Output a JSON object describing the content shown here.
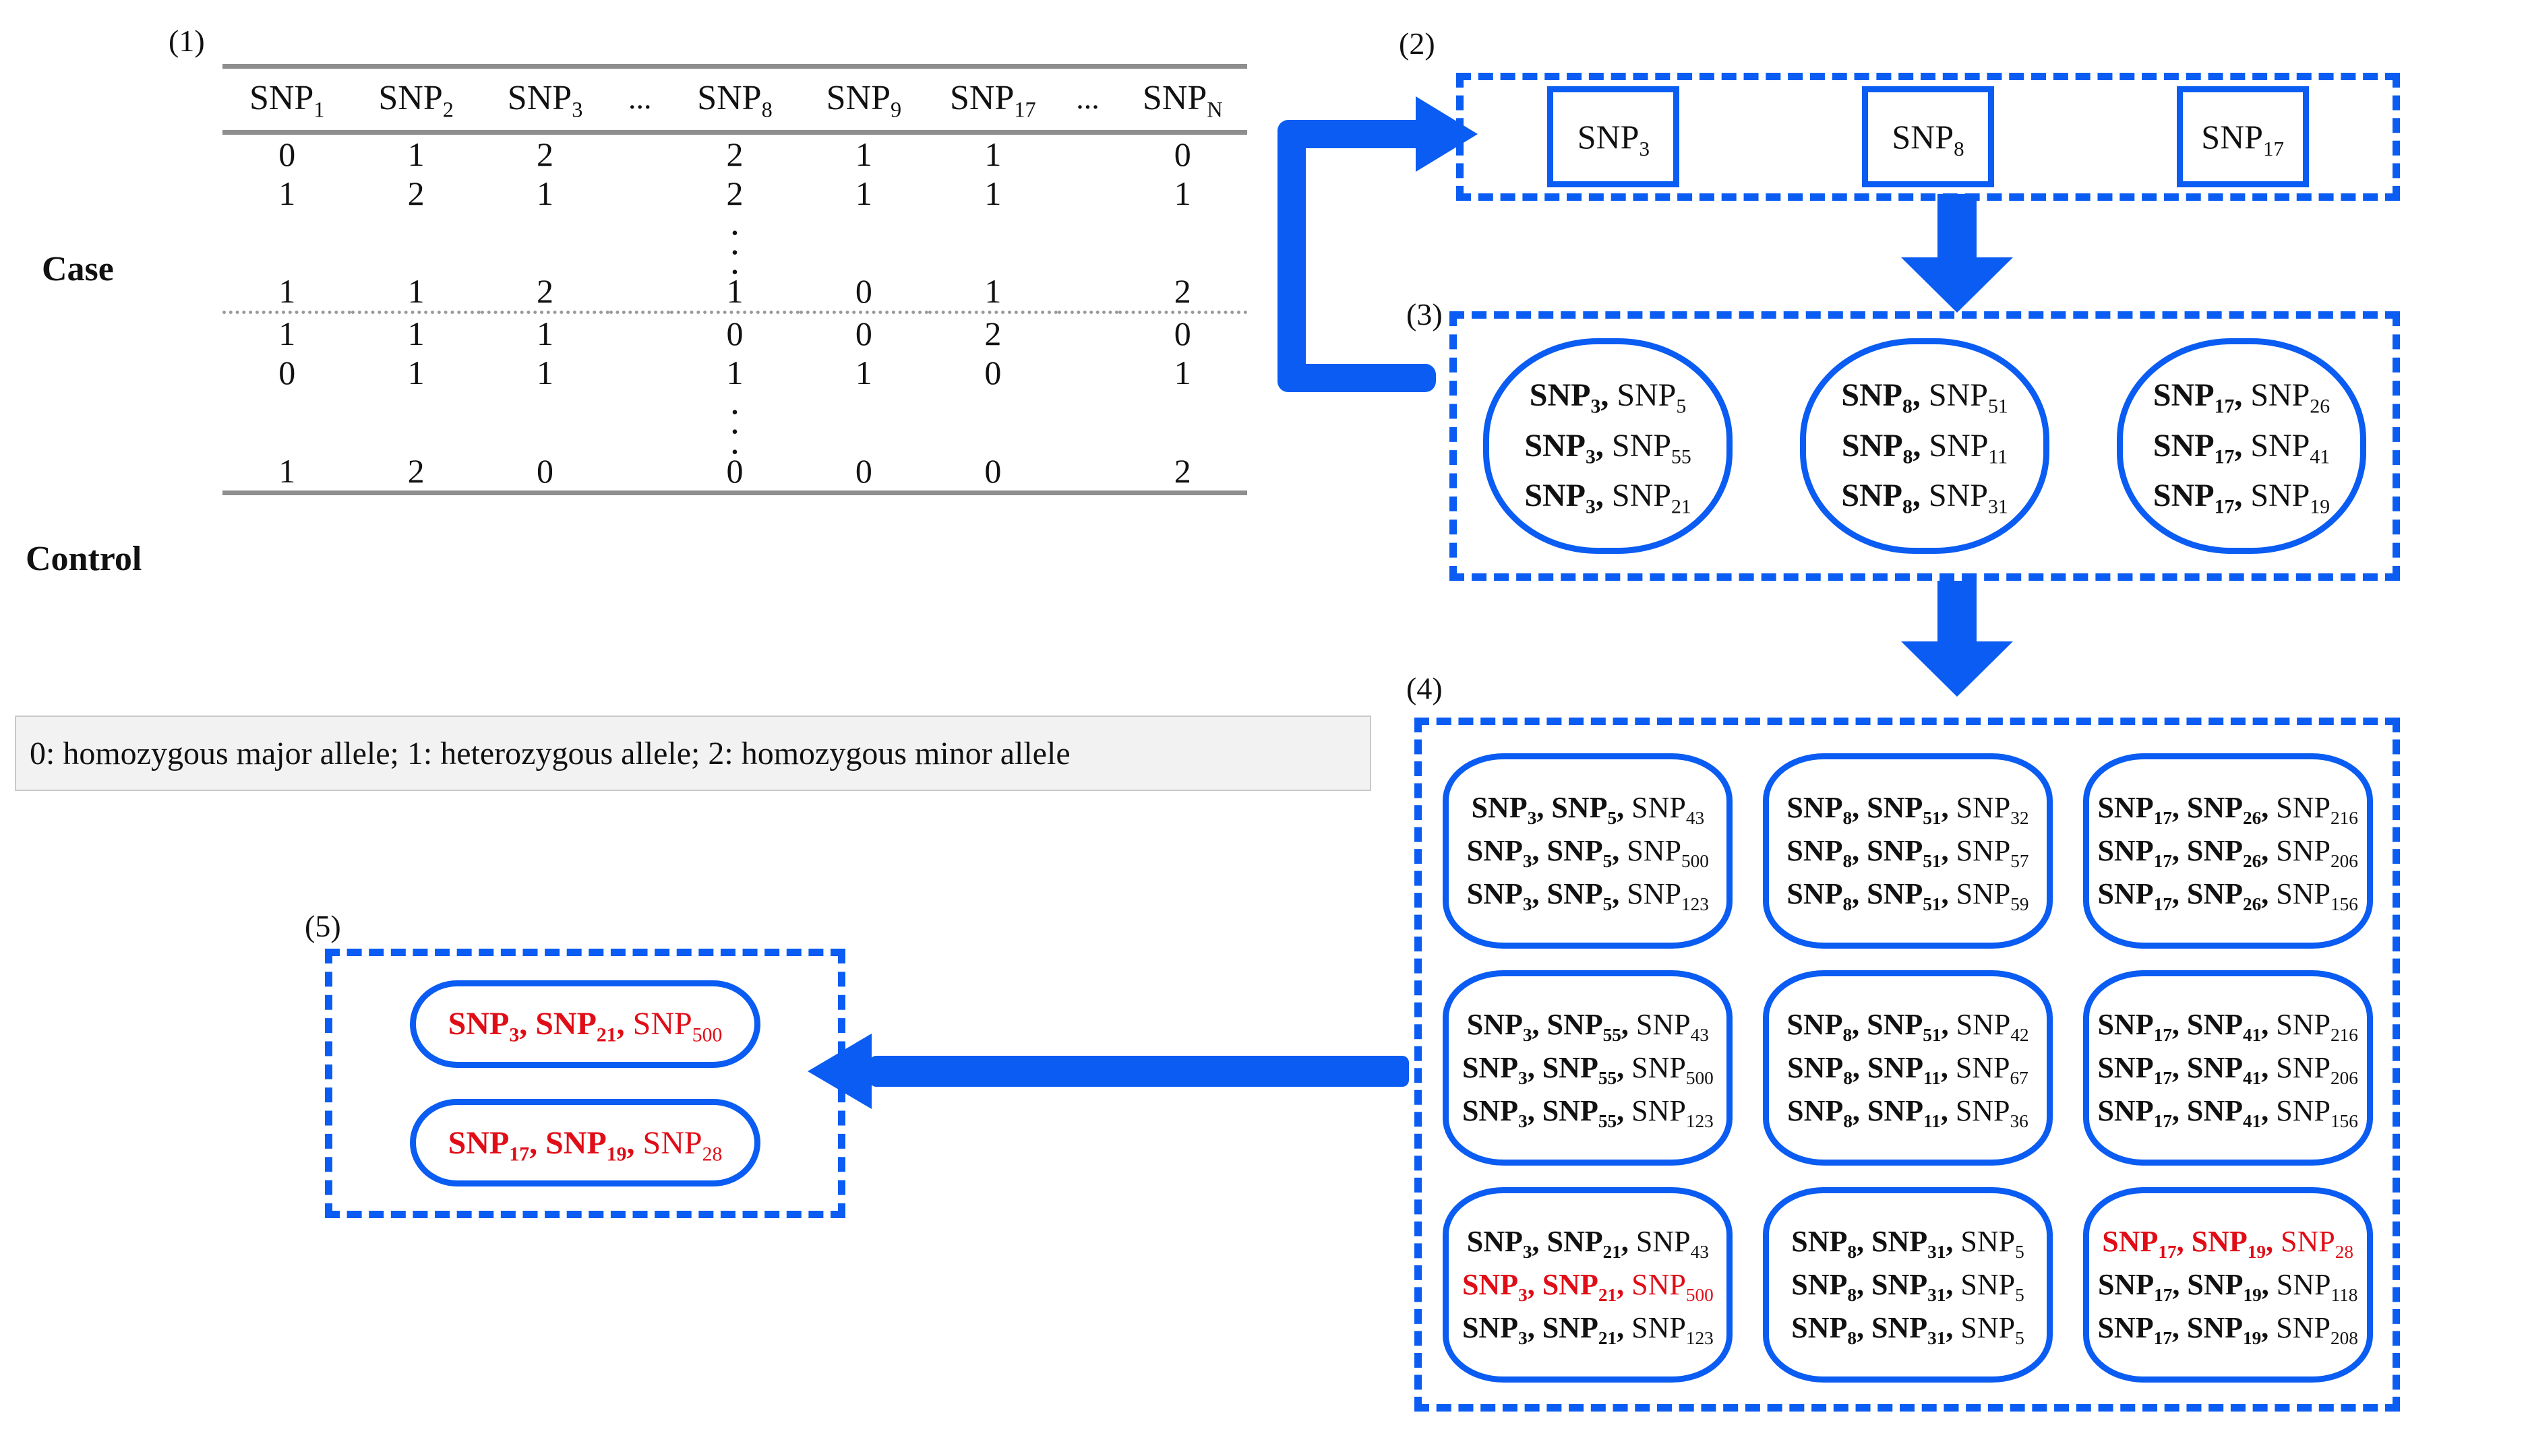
{
  "colors": {
    "accent_blue": "#0a5cf2",
    "highlight_red": "#e00d17",
    "rule_gray": "#8e8e8e",
    "legend_bg": "#f2f2f2"
  },
  "panels": {
    "p1": "(1)",
    "p2": "(2)",
    "p3": "(3)",
    "p4": "(4)",
    "p5": "(5)"
  },
  "table": {
    "row_group_labels": {
      "case": "Case",
      "control": "Control"
    },
    "headers": [
      {
        "base": "SNP",
        "sub": "1"
      },
      {
        "base": "SNP",
        "sub": "2"
      },
      {
        "base": "SNP",
        "sub": "3"
      },
      {
        "base": "…",
        "sub": ""
      },
      {
        "base": "SNP",
        "sub": "8"
      },
      {
        "base": "SNP",
        "sub": "9"
      },
      {
        "base": "SNP",
        "sub": "17"
      },
      {
        "base": "…",
        "sub": ""
      },
      {
        "base": "SNP",
        "sub": "N"
      }
    ],
    "case_rows": [
      [
        "0",
        "1",
        "2",
        "",
        "2",
        "1",
        "1",
        "",
        "0"
      ],
      [
        "1",
        "2",
        "1",
        "",
        "2",
        "1",
        "1",
        "",
        "1"
      ],
      [
        "1",
        "1",
        "2",
        "",
        "1",
        "0",
        "1",
        "",
        "2"
      ]
    ],
    "control_rows": [
      [
        "1",
        "1",
        "1",
        "",
        "0",
        "0",
        "2",
        "",
        "0"
      ],
      [
        "0",
        "1",
        "1",
        "",
        "1",
        "1",
        "0",
        "",
        "1"
      ],
      [
        "1",
        "2",
        "0",
        "",
        "0",
        "0",
        "0",
        "",
        "2"
      ]
    ],
    "vertical_dots": "⋮"
  },
  "legend": {
    "text": "0: homozygous major allele;  1: heterozygous allele; 2: homozygous minor allele"
  },
  "stage2": {
    "items": [
      {
        "parts": [
          {
            "t": "SNP",
            "s": "3",
            "bold": false,
            "red": false
          }
        ]
      },
      {
        "parts": [
          {
            "t": "SNP",
            "s": "8",
            "bold": false,
            "red": false
          }
        ]
      },
      {
        "parts": [
          {
            "t": "SNP",
            "s": "17",
            "bold": false,
            "red": false
          }
        ]
      }
    ]
  },
  "stage3": {
    "groups": [
      {
        "lines": [
          [
            {
              "t": "SNP",
              "s": "3",
              "bold": true,
              "red": false
            },
            {
              "t": "SNP",
              "s": "5",
              "bold": false,
              "red": false
            }
          ],
          [
            {
              "t": "SNP",
              "s": "3",
              "bold": true,
              "red": false
            },
            {
              "t": "SNP",
              "s": "55",
              "bold": false,
              "red": false
            }
          ],
          [
            {
              "t": "SNP",
              "s": "3",
              "bold": true,
              "red": false
            },
            {
              "t": "SNP",
              "s": "21",
              "bold": false,
              "red": false
            }
          ]
        ]
      },
      {
        "lines": [
          [
            {
              "t": "SNP",
              "s": "8",
              "bold": true,
              "red": false
            },
            {
              "t": "SNP",
              "s": "51",
              "bold": false,
              "red": false
            }
          ],
          [
            {
              "t": "SNP",
              "s": "8",
              "bold": true,
              "red": false
            },
            {
              "t": "SNP",
              "s": "11",
              "bold": false,
              "red": false
            }
          ],
          [
            {
              "t": "SNP",
              "s": "8",
              "bold": true,
              "red": false
            },
            {
              "t": "SNP",
              "s": "31",
              "bold": false,
              "red": false
            }
          ]
        ]
      },
      {
        "lines": [
          [
            {
              "t": "SNP",
              "s": "17",
              "bold": true,
              "red": false
            },
            {
              "t": "SNP",
              "s": "26",
              "bold": false,
              "red": false
            }
          ],
          [
            {
              "t": "SNP",
              "s": "17",
              "bold": true,
              "red": false
            },
            {
              "t": "SNP",
              "s": "41",
              "bold": false,
              "red": false
            }
          ],
          [
            {
              "t": "SNP",
              "s": "17",
              "bold": true,
              "red": false
            },
            {
              "t": "SNP",
              "s": "19",
              "bold": false,
              "red": false
            }
          ]
        ]
      }
    ]
  },
  "stage4": {
    "cells": [
      {
        "lines": [
          [
            {
              "t": "SNP",
              "s": "3",
              "bold": true,
              "red": false
            },
            {
              "t": "SNP",
              "s": "5",
              "bold": true,
              "red": false
            },
            {
              "t": "SNP",
              "s": "43",
              "bold": false,
              "red": false
            }
          ],
          [
            {
              "t": "SNP",
              "s": "3",
              "bold": true,
              "red": false
            },
            {
              "t": "SNP",
              "s": "5",
              "bold": true,
              "red": false
            },
            {
              "t": "SNP",
              "s": "500",
              "bold": false,
              "red": false
            }
          ],
          [
            {
              "t": "SNP",
              "s": "3",
              "bold": true,
              "red": false
            },
            {
              "t": "SNP",
              "s": "5",
              "bold": true,
              "red": false
            },
            {
              "t": "SNP",
              "s": "123",
              "bold": false,
              "red": false
            }
          ]
        ]
      },
      {
        "lines": [
          [
            {
              "t": "SNP",
              "s": "8",
              "bold": true,
              "red": false
            },
            {
              "t": "SNP",
              "s": "51",
              "bold": true,
              "red": false
            },
            {
              "t": "SNP",
              "s": "32",
              "bold": false,
              "red": false
            }
          ],
          [
            {
              "t": "SNP",
              "s": "8",
              "bold": true,
              "red": false
            },
            {
              "t": "SNP",
              "s": "51",
              "bold": true,
              "red": false
            },
            {
              "t": "SNP",
              "s": "57",
              "bold": false,
              "red": false
            }
          ],
          [
            {
              "t": "SNP",
              "s": "8",
              "bold": true,
              "red": false
            },
            {
              "t": "SNP",
              "s": "51",
              "bold": true,
              "red": false
            },
            {
              "t": "SNP",
              "s": "59",
              "bold": false,
              "red": false
            }
          ]
        ]
      },
      {
        "lines": [
          [
            {
              "t": "SNP",
              "s": "17",
              "bold": true,
              "red": false
            },
            {
              "t": "SNP",
              "s": "26",
              "bold": true,
              "red": false
            },
            {
              "t": "SNP",
              "s": "216",
              "bold": false,
              "red": false
            }
          ],
          [
            {
              "t": "SNP",
              "s": "17",
              "bold": true,
              "red": false
            },
            {
              "t": "SNP",
              "s": "26",
              "bold": true,
              "red": false
            },
            {
              "t": "SNP",
              "s": "206",
              "bold": false,
              "red": false
            }
          ],
          [
            {
              "t": "SNP",
              "s": "17",
              "bold": true,
              "red": false
            },
            {
              "t": "SNP",
              "s": "26",
              "bold": true,
              "red": false
            },
            {
              "t": "SNP",
              "s": "156",
              "bold": false,
              "red": false
            }
          ]
        ]
      },
      {
        "lines": [
          [
            {
              "t": "SNP",
              "s": "3",
              "bold": true,
              "red": false
            },
            {
              "t": "SNP",
              "s": "55",
              "bold": true,
              "red": false
            },
            {
              "t": "SNP",
              "s": "43",
              "bold": false,
              "red": false
            }
          ],
          [
            {
              "t": "SNP",
              "s": "3",
              "bold": true,
              "red": false
            },
            {
              "t": "SNP",
              "s": "55",
              "bold": true,
              "red": false
            },
            {
              "t": "SNP",
              "s": "500",
              "bold": false,
              "red": false
            }
          ],
          [
            {
              "t": "SNP",
              "s": "3",
              "bold": true,
              "red": false
            },
            {
              "t": "SNP",
              "s": "55",
              "bold": true,
              "red": false
            },
            {
              "t": "SNP",
              "s": "123",
              "bold": false,
              "red": false
            }
          ]
        ]
      },
      {
        "lines": [
          [
            {
              "t": "SNP",
              "s": "8",
              "bold": true,
              "red": false
            },
            {
              "t": "SNP",
              "s": "51",
              "bold": true,
              "red": false
            },
            {
              "t": "SNP",
              "s": "42",
              "bold": false,
              "red": false
            }
          ],
          [
            {
              "t": "SNP",
              "s": "8",
              "bold": true,
              "red": false
            },
            {
              "t": "SNP",
              "s": "11",
              "bold": true,
              "red": false
            },
            {
              "t": "SNP",
              "s": "67",
              "bold": false,
              "red": false
            }
          ],
          [
            {
              "t": "SNP",
              "s": "8",
              "bold": true,
              "red": false
            },
            {
              "t": "SNP",
              "s": "11",
              "bold": true,
              "red": false
            },
            {
              "t": "SNP",
              "s": "36",
              "bold": false,
              "red": false
            }
          ]
        ]
      },
      {
        "lines": [
          [
            {
              "t": "SNP",
              "s": "17",
              "bold": true,
              "red": false
            },
            {
              "t": "SNP",
              "s": "41",
              "bold": true,
              "red": false
            },
            {
              "t": "SNP",
              "s": "216",
              "bold": false,
              "red": false
            }
          ],
          [
            {
              "t": "SNP",
              "s": "17",
              "bold": true,
              "red": false
            },
            {
              "t": "SNP",
              "s": "41",
              "bold": true,
              "red": false
            },
            {
              "t": "SNP",
              "s": "206",
              "bold": false,
              "red": false
            }
          ],
          [
            {
              "t": "SNP",
              "s": "17",
              "bold": true,
              "red": false
            },
            {
              "t": "SNP",
              "s": "41",
              "bold": true,
              "red": false
            },
            {
              "t": "SNP",
              "s": "156",
              "bold": false,
              "red": false
            }
          ]
        ]
      },
      {
        "lines": [
          [
            {
              "t": "SNP",
              "s": "3",
              "bold": true,
              "red": false
            },
            {
              "t": "SNP",
              "s": "21",
              "bold": true,
              "red": false
            },
            {
              "t": "SNP",
              "s": "43",
              "bold": false,
              "red": false
            }
          ],
          [
            {
              "t": "SNP",
              "s": "3",
              "bold": true,
              "red": true
            },
            {
              "t": "SNP",
              "s": "21",
              "bold": true,
              "red": true
            },
            {
              "t": "SNP",
              "s": "500",
              "bold": false,
              "red": true
            }
          ],
          [
            {
              "t": "SNP",
              "s": "3",
              "bold": true,
              "red": false
            },
            {
              "t": "SNP",
              "s": "21",
              "bold": true,
              "red": false
            },
            {
              "t": "SNP",
              "s": "123",
              "bold": false,
              "red": false
            }
          ]
        ]
      },
      {
        "lines": [
          [
            {
              "t": "SNP",
              "s": "8",
              "bold": true,
              "red": false
            },
            {
              "t": "SNP",
              "s": "31",
              "bold": true,
              "red": false
            },
            {
              "t": "SNP",
              "s": "5",
              "bold": false,
              "red": false
            }
          ],
          [
            {
              "t": "SNP",
              "s": "8",
              "bold": true,
              "red": false
            },
            {
              "t": "SNP",
              "s": "31",
              "bold": true,
              "red": false
            },
            {
              "t": "SNP",
              "s": "5",
              "bold": false,
              "red": false
            }
          ],
          [
            {
              "t": "SNP",
              "s": "8",
              "bold": true,
              "red": false
            },
            {
              "t": "SNP",
              "s": "31",
              "bold": true,
              "red": false
            },
            {
              "t": "SNP",
              "s": "5",
              "bold": false,
              "red": false
            }
          ]
        ]
      },
      {
        "lines": [
          [
            {
              "t": "SNP",
              "s": "17",
              "bold": true,
              "red": true
            },
            {
              "t": "SNP",
              "s": "19",
              "bold": true,
              "red": true
            },
            {
              "t": "SNP",
              "s": "28",
              "bold": false,
              "red": true
            }
          ],
          [
            {
              "t": "SNP",
              "s": "17",
              "bold": true,
              "red": false
            },
            {
              "t": "SNP",
              "s": "19",
              "bold": true,
              "red": false
            },
            {
              "t": "SNP",
              "s": "118",
              "bold": false,
              "red": false
            }
          ],
          [
            {
              "t": "SNP",
              "s": "17",
              "bold": true,
              "red": false
            },
            {
              "t": "SNP",
              "s": "19",
              "bold": true,
              "red": false
            },
            {
              "t": "SNP",
              "s": "208",
              "bold": false,
              "red": false
            }
          ]
        ]
      }
    ]
  },
  "stage5": {
    "results": [
      {
        "lines": [
          [
            {
              "t": "SNP",
              "s": "3",
              "bold": true,
              "red": true
            },
            {
              "t": "SNP",
              "s": "21",
              "bold": true,
              "red": true
            },
            {
              "t": "SNP",
              "s": "500",
              "bold": false,
              "red": true
            }
          ]
        ]
      },
      {
        "lines": [
          [
            {
              "t": "SNP",
              "s": "17",
              "bold": true,
              "red": true
            },
            {
              "t": "SNP",
              "s": "19",
              "bold": true,
              "red": true
            },
            {
              "t": "SNP",
              "s": "28",
              "bold": false,
              "red": true
            }
          ]
        ]
      }
    ]
  },
  "arrows": [
    {
      "name": "table-to-stage2",
      "kind": "elbow-right-up"
    },
    {
      "name": "stage2-to-stage3",
      "kind": "down"
    },
    {
      "name": "stage3-to-stage4",
      "kind": "down"
    },
    {
      "name": "stage4-to-stage5",
      "kind": "left"
    }
  ]
}
